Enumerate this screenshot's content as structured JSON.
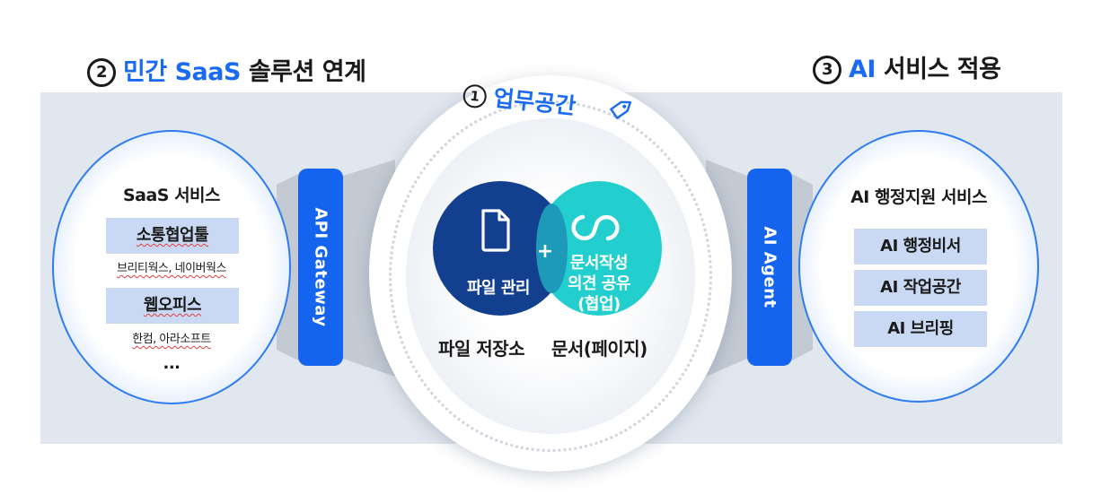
{
  "titles": {
    "left_num": "2",
    "left_blue": "민간 SaaS",
    "left_rest": " 솔루션 연계",
    "right_num": "3",
    "right_blue": "AI",
    "right_rest": " 서비스 적용",
    "center_num": "1",
    "center_text": "업무공간"
  },
  "saas": {
    "heading": "SaaS 서비스",
    "items": [
      {
        "label": "소통협업툴",
        "sub": "브리티웍스, 네이버웍스"
      },
      {
        "label": "웹오피스",
        "sub": "한컴, 아라소프트"
      }
    ],
    "more": "..."
  },
  "gateways": {
    "left": "API Gateway",
    "right": "AI Agent"
  },
  "workspace": {
    "file_label": "파일 관리",
    "doc_label_lines": [
      "문서작성",
      "의견 공유",
      "(협업)"
    ],
    "plus": "+",
    "file_store": "파일 저장소",
    "doc_page": "문서(페이지)"
  },
  "ai": {
    "heading": "AI 행정지원 서비스",
    "items": [
      "AI 행정비서",
      "AI 작업공간",
      "AI 브리핑"
    ]
  },
  "colors": {
    "accent_blue": "#1a6af2",
    "gateway_blue": "#1464f0",
    "file_navy": "#12408f",
    "doc_teal": "#22cfce",
    "band_gray": "#e1e7ef",
    "chip_blue": "#c9d9f3"
  },
  "icons": [
    "file-icon",
    "infinity-link-icon",
    "tag-icon"
  ]
}
